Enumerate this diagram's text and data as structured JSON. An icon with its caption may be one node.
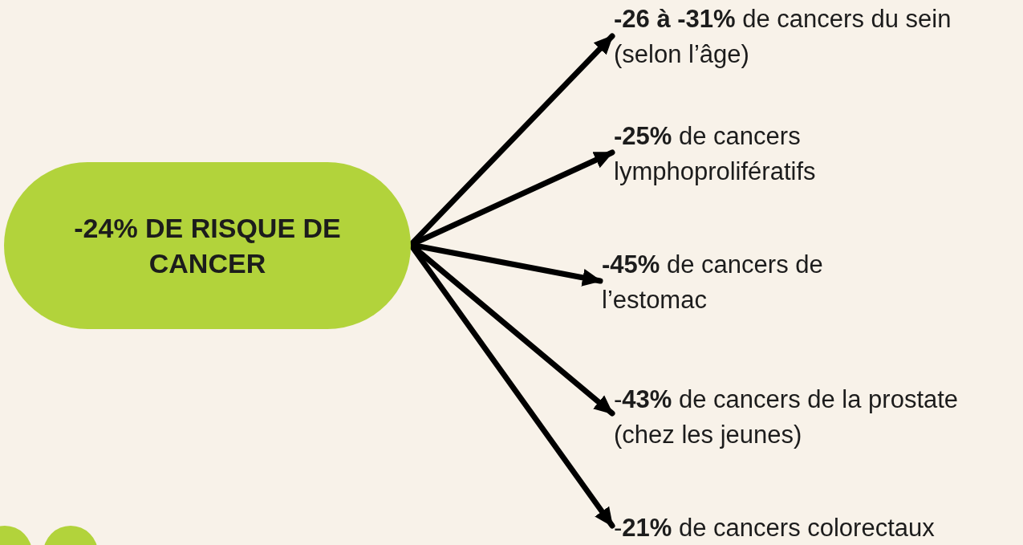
{
  "diagram": {
    "nodes": [
      {
        "text": [
          "-24% DE RISQUE DE CANCER"
        ]
      },
      {
        "text": [
          "**-26 à -31%** de cancers du sein (selon l’âge)"
        ]
      },
      {
        "text": [
          "**-25%** de cancers lymphoprolifératifs"
        ]
      },
      {
        "text": [
          "**-45%** de cancers de l’estomac"
        ]
      },
      {
        "text": [
          "-**43%** de cancers de la prostate (chez les jeunes)"
        ]
      },
      {
        "text": [
          "-**21%** de cancers colorectaux"
        ]
      }
    ],
    "edges": [
      {
        "from": 0,
        "to": 1,
        "arrow": "to"
      },
      {
        "from": 0,
        "to": 2,
        "arrow": "to"
      },
      {
        "from": 0,
        "to": 3,
        "arrow": "to"
      },
      {
        "from": 0,
        "to": 4,
        "arrow": "to"
      },
      {
        "from": 0,
        "to": 5,
        "arrow": "to"
      }
    ]
  }
}
